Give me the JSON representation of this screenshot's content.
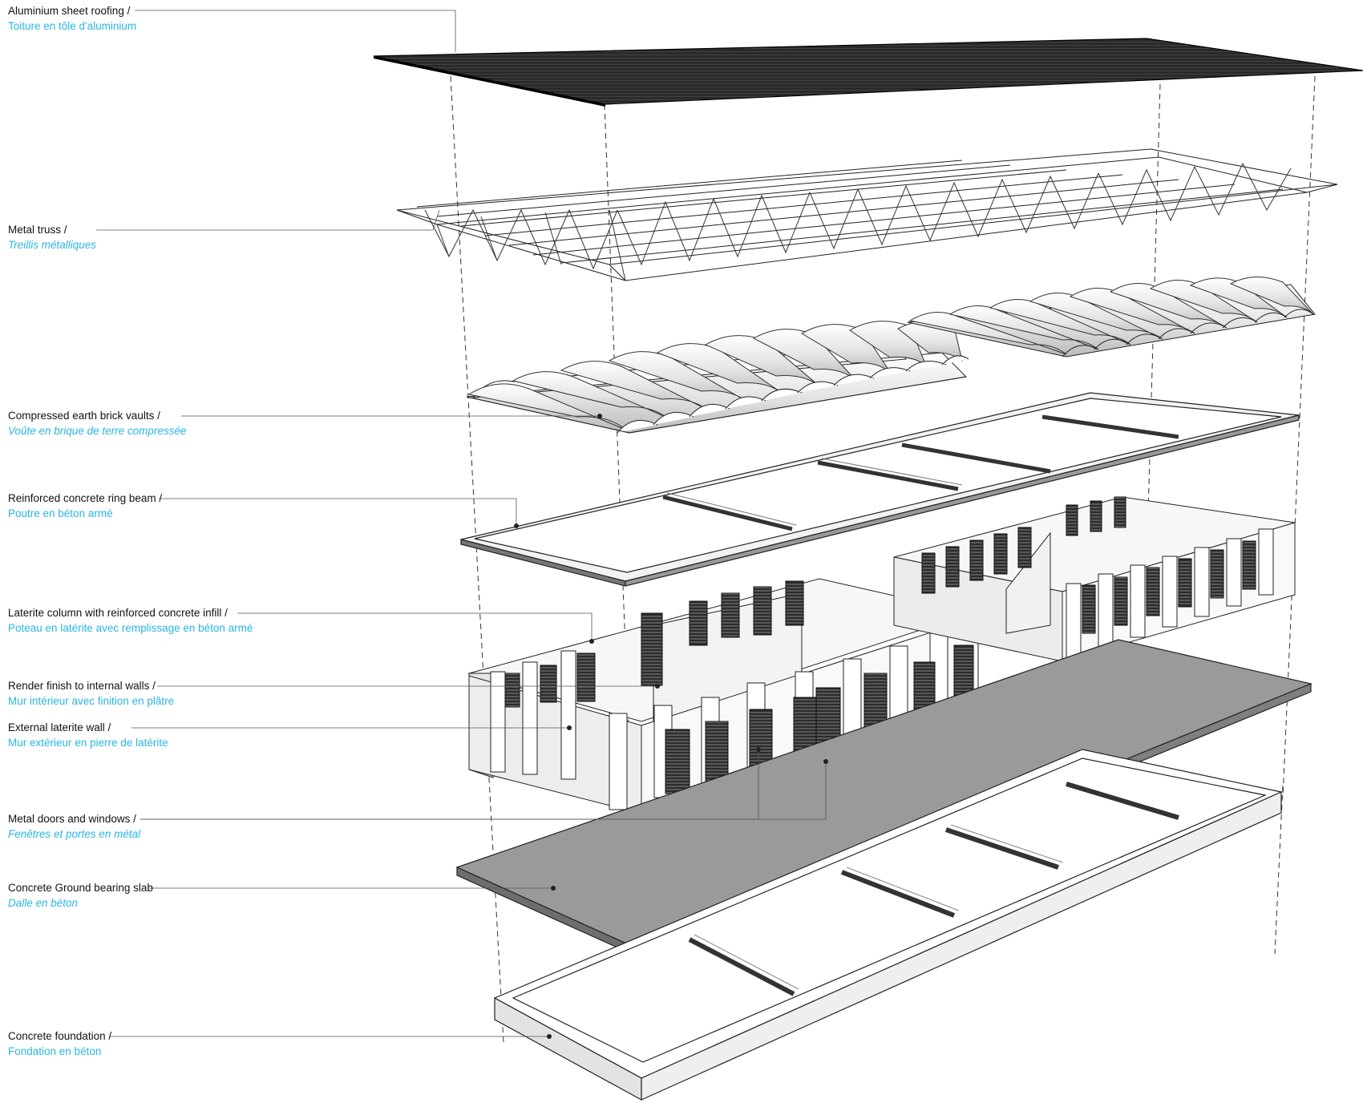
{
  "colors": {
    "english_text": "#111111",
    "french_text": "#29b6e6",
    "slab_fill": "#9a9a9a",
    "roof_fill": "#1b1b1b",
    "leader_line": "#555555"
  },
  "layers": [
    {
      "id": "roofing",
      "en": "Aluminium sheet roofing /",
      "fr": "Toiture en tôle d'aluminium"
    },
    {
      "id": "truss",
      "en": "Metal truss /",
      "fr": "Treillis métalliques"
    },
    {
      "id": "vaults",
      "en": "Compressed earth brick vaults /",
      "fr": "Voûte en brique de terre compressée"
    },
    {
      "id": "ringbeam",
      "en": "Reinforced concrete ring beam /",
      "fr": "Poutre en béton armé"
    },
    {
      "id": "column",
      "en": "Laterite column with reinforced concrete infill /",
      "fr": "Poteau en latérite avec remplissage en béton armé"
    },
    {
      "id": "render",
      "en": "Render finish to internal walls  /",
      "fr": "Mur intérieur avec finition en plâtre"
    },
    {
      "id": "extwall",
      "en": "External laterite wall /",
      "fr": "Mur extérieur en pierre de latérite"
    },
    {
      "id": "doors",
      "en": "Metal doors and windows /",
      "fr": "Fenêtres et portes en métal"
    },
    {
      "id": "slab",
      "en": "Concrete Ground bearing slab",
      "fr": "Dalle en béton"
    },
    {
      "id": "foundation",
      "en": "Concrete foundation /",
      "fr": "Fondation en béton"
    }
  ]
}
